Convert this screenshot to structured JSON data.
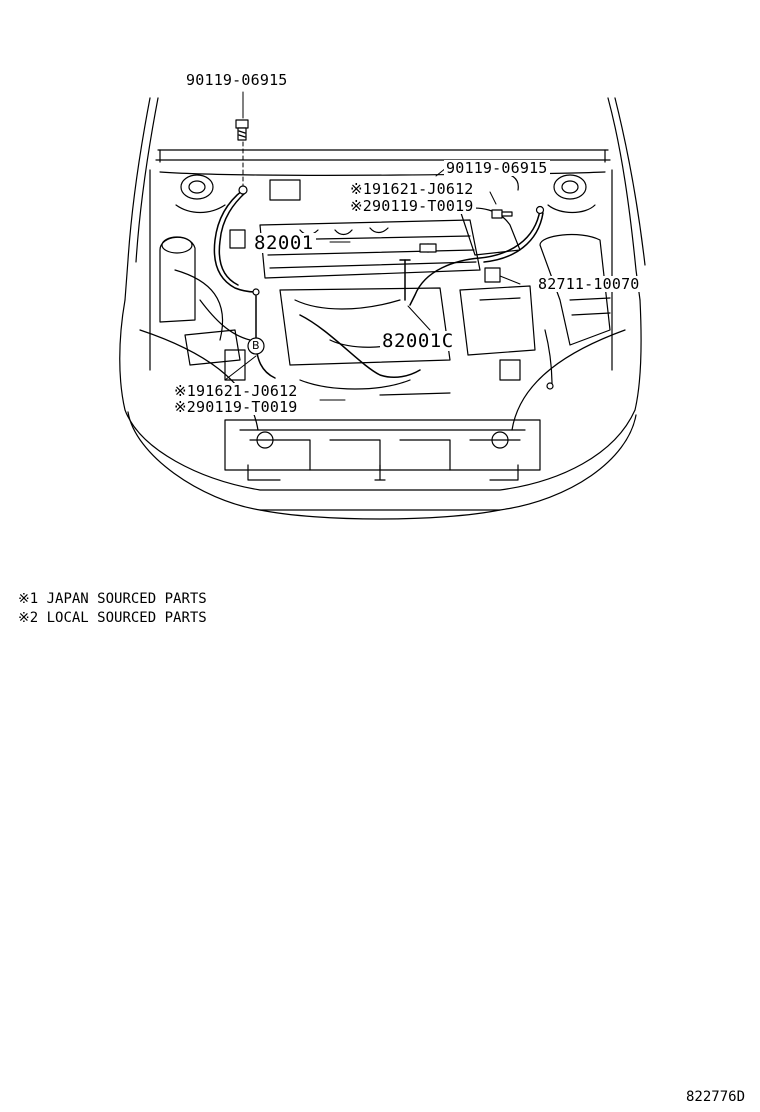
{
  "callouts": {
    "bolt_top": "90119-06915",
    "bolt_right": "90119-06915",
    "part1_right": "※191621-J0612",
    "part2_right": "※290119-T0019",
    "assy_main": "82001",
    "clamp": "82711-10070",
    "assy_c": "82001C",
    "part1_left": "※191621-J0612",
    "part2_left": "※290119-T0019",
    "circle_ref": "B"
  },
  "notes": [
    "※1 JAPAN SOURCED PARTS",
    "※2 LOCAL SOURCED PARTS"
  ],
  "drawing_code": "822776D"
}
